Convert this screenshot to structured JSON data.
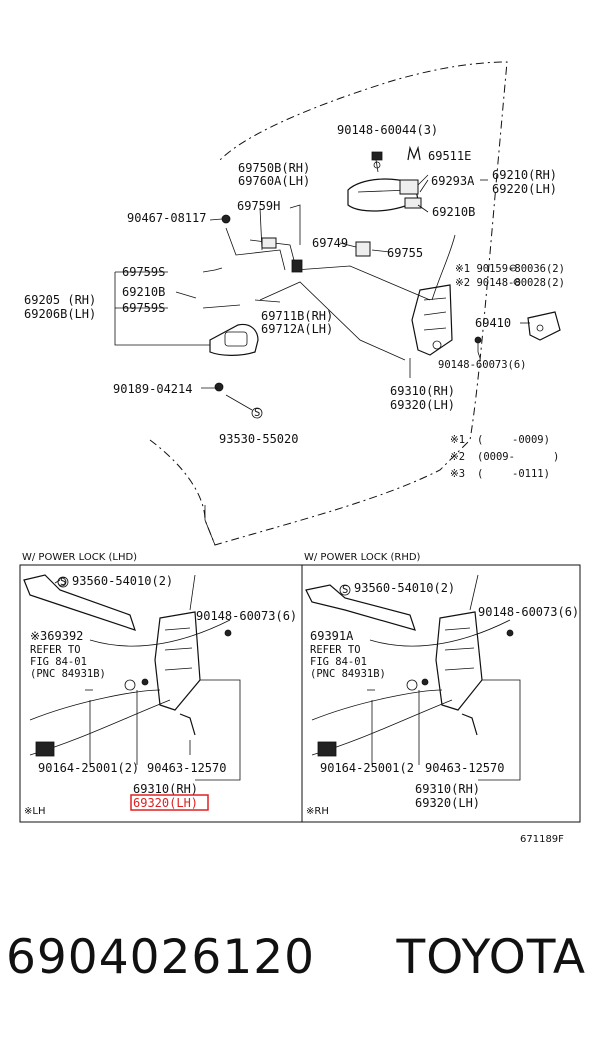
{
  "diagram": {
    "upper_labels": {
      "l_90148_60044": "90148-60044(3)",
      "l_69511E": "69511E",
      "l_69750B": "69750B(RH)",
      "l_69760A": "69760A(LH)",
      "l_69210RH": "69210(RH)",
      "l_69293A": "69293A",
      "l_69220LH": "69220(LH)",
      "l_90467": "90467-08117",
      "l_69759H": "69759H",
      "l_69210B_a": "69210B",
      "l_69749": "69749",
      "l_69755": "69755",
      "l_69759S_a": "69759S",
      "l_s1_80036": "※1 90159-80036(2)",
      "l_s2_80028": "※2 90148-80028(2)",
      "l_69205": "69205 (RH)",
      "l_69206B": "69206B(LH)",
      "l_69210B_b": "69210B",
      "l_69759S_b": "69759S",
      "l_69711B": "69711B(RH)",
      "l_69712A": "69712A(LH)",
      "l_69410": "69410",
      "l_90148_60073": "90148-60073(6)",
      "l_90189": "90189-04214",
      "l_69310RH": "69310(RH)",
      "l_69320LH": "69320(LH)",
      "l_93530": "93530-55020"
    },
    "notes": {
      "n1_mark": "※1",
      "n1_open": "(",
      "n1_val": "-0009)",
      "n2_mark": "※2",
      "n2_val": "(0009-",
      "n2_close": ")",
      "n3_mark": "※3",
      "n3_open": "(",
      "n3_val": "-0111)"
    },
    "lhd": {
      "title": "W/ POWER LOCK (LHD)",
      "screw": "93560-54010(2)",
      "bolt": "90148-60073(6)",
      "part": "※369392",
      "refer1": "REFER TO",
      "refer2": "FIG 84-01",
      "pnc": "(PNC 84931B)",
      "bottom_left": "90164-25001(2)",
      "bottom_right": "90463-12570",
      "rh": "69310(RH)",
      "lh": "69320(LH)",
      "corner": "※LH"
    },
    "rhd": {
      "title": "W/ POWER LOCK (RHD)",
      "screw": "93560-54010(2)",
      "bolt": "90148-60073(6)",
      "part": "69391A",
      "refer1": "REFER TO",
      "refer2": "FIG 84-01",
      "pnc": "(PNC 84931B)",
      "bottom_left": "90164-25001(2",
      "bottom_right": "90463-12570",
      "rh": "69310(RH)",
      "lh": "69320(LH)",
      "corner": "※RH"
    },
    "figure_code": "671189F",
    "highlight_color": "#e02020"
  },
  "footer": {
    "part_number": "6904026120",
    "brand": "TOYOTA"
  }
}
